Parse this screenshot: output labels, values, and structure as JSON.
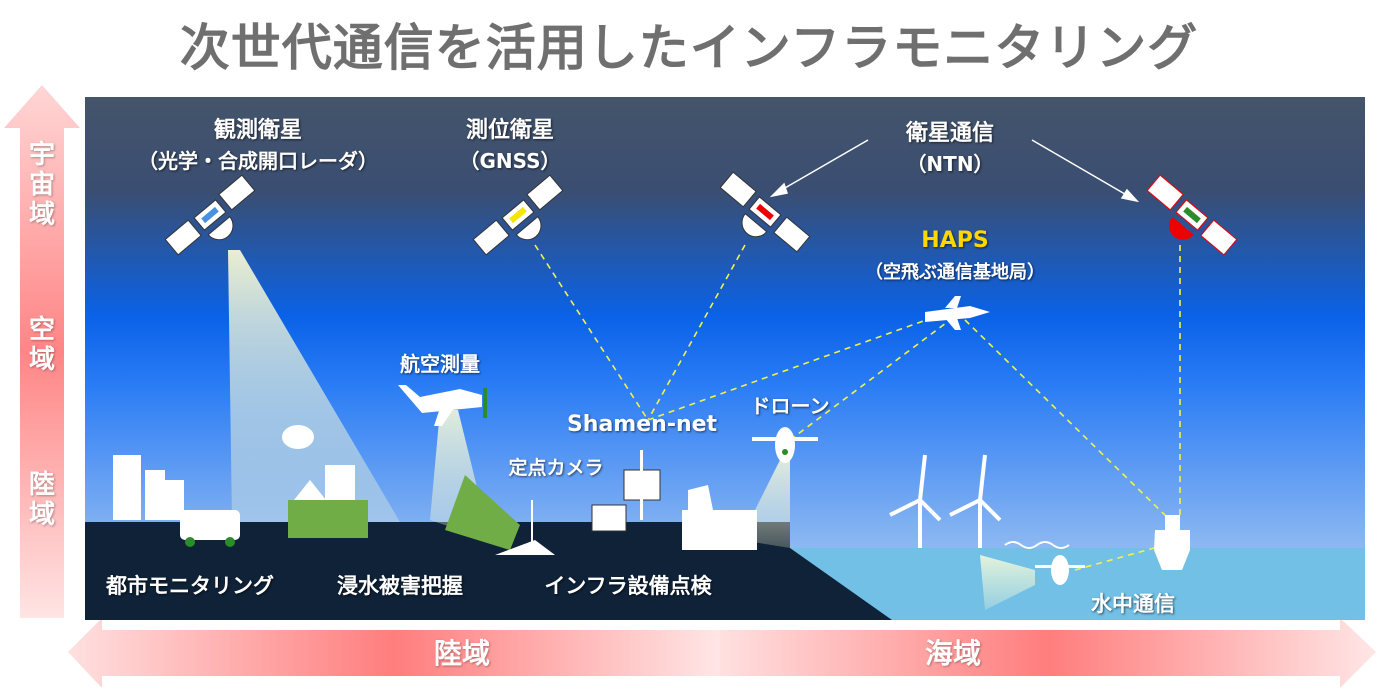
{
  "title": "次世代通信を活用したインフラモニタリング",
  "vertical_axis": {
    "space": "宇宙域",
    "air": "空域",
    "land": "陸域"
  },
  "horizontal_axis": {
    "land": "陸域",
    "sea": "海域"
  },
  "labels": {
    "observation_satellite": "観測衛星",
    "observation_satellite_sub": "（光学・合成開口レーダ）",
    "positioning_satellite": "測位衛星",
    "positioning_satellite_sub": "（GNSS）",
    "satellite_comm": "衛星通信",
    "satellite_comm_sub": "（NTN）",
    "haps": "HAPS",
    "haps_sub": "（空飛ぶ通信基地局）",
    "aerial_survey": "航空測量",
    "drone": "ドローン",
    "shamen_net": "Shamen-net",
    "fixed_camera": "定点カメラ",
    "urban_monitoring": "都市モニタリング",
    "flood_damage": "浸水被害把握",
    "infra_inspection": "インフラ設備点検",
    "underwater_comm": "水中通信"
  },
  "colors": {
    "title": "#6f6f6f",
    "sky_top": "#44546a",
    "sky_mid": "#0066ff",
    "land": "#0f2238",
    "sea": "#72c0e6",
    "haps": "#ffd700",
    "link": "#f2f24a",
    "arrow": "#ff8080",
    "accent_green": "#70ad47"
  }
}
